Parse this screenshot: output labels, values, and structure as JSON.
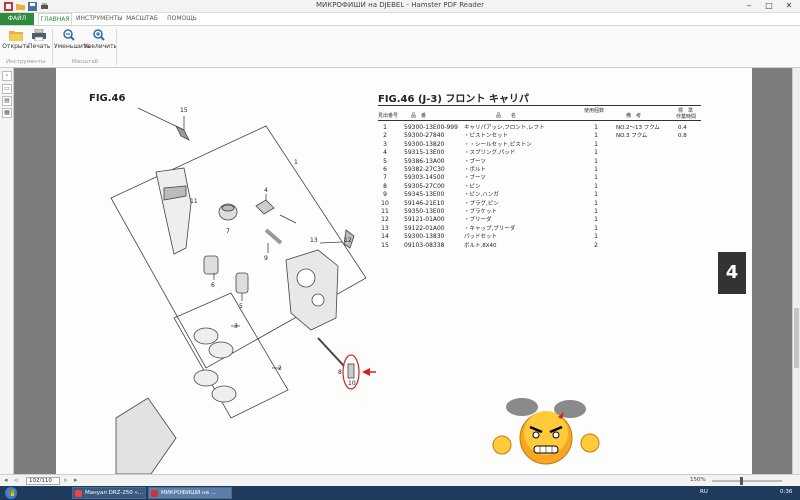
{
  "window": {
    "title": "МИКРОФИШИ  на DJEBEL - Hamster PDF Reader",
    "min_btn": "‒",
    "max_btn": "□",
    "close_btn": "✕"
  },
  "ribbon": {
    "tabs": [
      "ФАЙЛ",
      "ГЛАВНАЯ",
      "ИНСТРУМЕНТЫ",
      "МАСШТАБ",
      "ПОМОЩЬ"
    ],
    "active_tab": "ГЛАВНАЯ",
    "buttons": {
      "open": "Открыть",
      "print": "Печать",
      "zoom_out": "Уменьшить",
      "zoom_in": "Увеличить"
    },
    "groups": {
      "tools": "Инструменты",
      "scale": "Масштаб"
    }
  },
  "document": {
    "fig_label": "FIG.46",
    "table_title": "FIG.46  (J-3)   フロント キャリパ",
    "headers": {
      "no": "見出番号",
      "part_no": "品　番",
      "name": "品　　名",
      "qty": "使用個数",
      "note": "備　考",
      "std": "標　準",
      "std2": "作業時間"
    },
    "rows": [
      {
        "no": "1",
        "part": "59300-13E00-999",
        "name": "キャリパアッシ,フロント,レフト",
        "qty": "1",
        "note": "NO.2～13 フクム",
        "val": "0.4"
      },
      {
        "no": "2",
        "part": "59300-27840",
        "name": "・ピストンセット",
        "qty": "1",
        "note": "NO.3 フクム",
        "val": "0.8"
      },
      {
        "no": "3",
        "part": "59300-13820",
        "name": "・・シールセット,ピストン",
        "qty": "1",
        "note": "",
        "val": ""
      },
      {
        "no": "4",
        "part": "59315-13E00",
        "name": "・スプリング,パッド",
        "qty": "1",
        "note": "",
        "val": ""
      },
      {
        "no": "5",
        "part": "59386-13A00",
        "name": "・ブーツ",
        "qty": "1",
        "note": "",
        "val": ""
      },
      {
        "no": "6",
        "part": "59382-27C30",
        "name": "・ボルト",
        "qty": "1",
        "note": "",
        "val": ""
      },
      {
        "no": "7",
        "part": "59303-14500",
        "name": "・ブーツ",
        "qty": "1",
        "note": "",
        "val": ""
      },
      {
        "no": "8",
        "part": "59305-27C00",
        "name": "・ピン",
        "qty": "1",
        "note": "",
        "val": ""
      },
      {
        "no": "9",
        "part": "59345-13E00",
        "name": "・ピン,ハンガ",
        "qty": "1",
        "note": "",
        "val": ""
      },
      {
        "no": "10",
        "part": "59146-21E10",
        "name": "・プラグ,ピン",
        "qty": "1",
        "note": "",
        "val": ""
      },
      {
        "no": "11",
        "part": "59350-13E00",
        "name": "・ブラケット",
        "qty": "1",
        "note": "",
        "val": ""
      },
      {
        "no": "12",
        "part": "59121-01A00",
        "name": "・ブリーダ",
        "qty": "1",
        "note": "",
        "val": ""
      },
      {
        "no": "13",
        "part": "59122-01A00",
        "name": "・キャップ,ブリーダ",
        "qty": "1",
        "note": "",
        "val": ""
      },
      {
        "no": "14",
        "part": "59300-13830",
        "name": "パッドセット",
        "qty": "1",
        "note": "",
        "val": ""
      },
      {
        "no": "15",
        "part": "09103-08338",
        "name": "ボルト,8X40",
        "qty": "2",
        "note": "",
        "val": ""
      }
    ],
    "chapter": "4",
    "callouts": {
      "c15": "15",
      "c11": "11",
      "c7": "7",
      "c4": "4",
      "c9": "9",
      "c6": "6",
      "c5": "5",
      "c13": "13",
      "c12": "12",
      "c3": "3",
      "c2": "2",
      "c1": "1",
      "c8": "8",
      "c10": "10"
    }
  },
  "statusbar": {
    "page_value": "102/110",
    "zoom": "150%"
  },
  "taskbar": {
    "tasks": [
      "Мануал DRZ-250 »...",
      "МИКРОФИШИ  на ..."
    ],
    "lang": "RU",
    "clock": "0:36"
  },
  "colors": {
    "accent": "#2e8b3e",
    "annotation": "#d42020",
    "taskbar": "#1f3a5c"
  }
}
